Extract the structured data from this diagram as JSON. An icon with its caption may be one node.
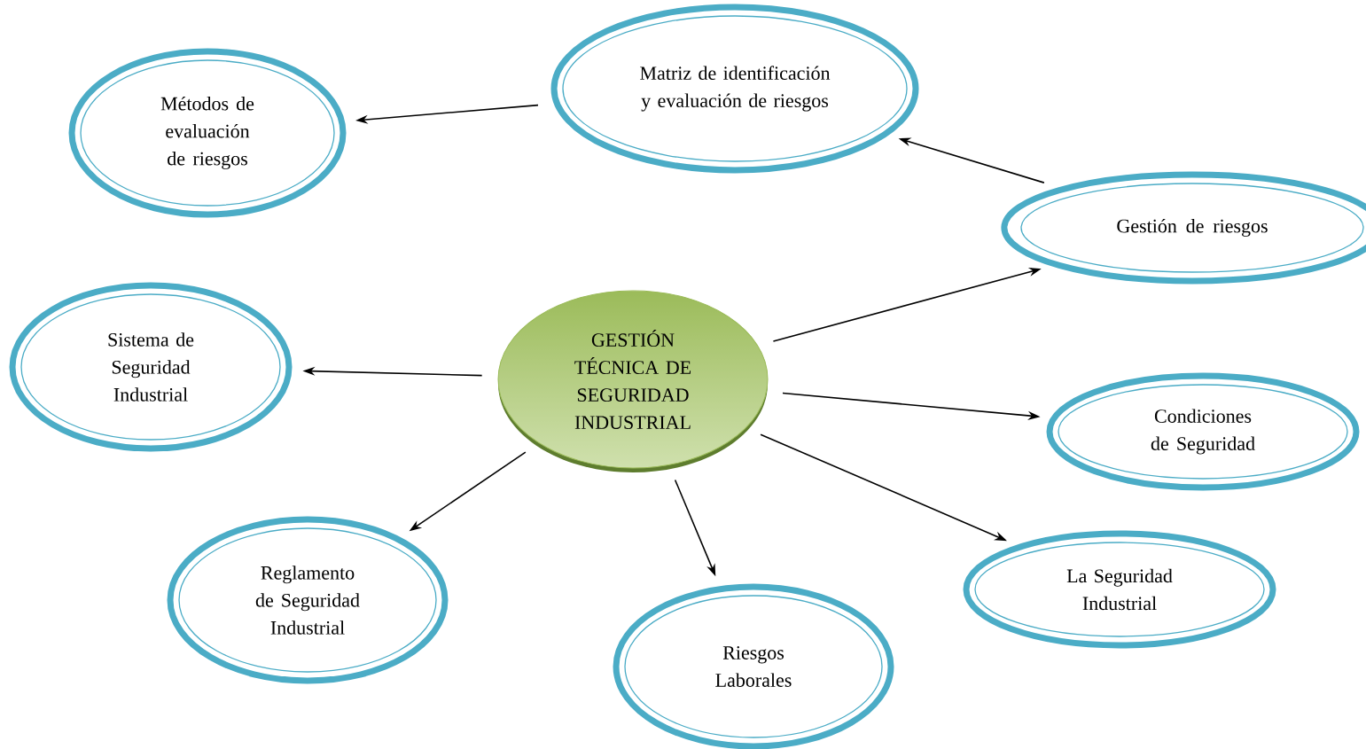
{
  "diagram": {
    "nodes": [
      {
        "text": [
          "GESTIÓN TÉCNICA DE SEGURIDAD INDUSTRIAL"
        ]
      },
      {
        "text": [
          "Métodos de evaluación de riesgos"
        ]
      },
      {
        "text": [
          "Matriz de identificación y evaluación de riesgos"
        ]
      },
      {
        "text": [
          "Gestión de riesgos"
        ]
      },
      {
        "text": [
          "Sistema de Seguridad Industrial"
        ]
      },
      {
        "text": [
          "Condiciones de Seguridad"
        ]
      },
      {
        "text": [
          "Reglamento de Seguridad Industrial"
        ]
      },
      {
        "text": [
          "Riesgos Laborales"
        ]
      },
      {
        "text": [
          "La Seguridad Industrial"
        ]
      }
    ],
    "edges": [
      {
        "from": 2,
        "to": 1,
        "arrow": "to"
      },
      {
        "from": 3,
        "to": 2,
        "arrow": "to"
      },
      {
        "from": 0,
        "to": 3,
        "arrow": "to"
      },
      {
        "from": 0,
        "to": 4,
        "arrow": "to"
      },
      {
        "from": 0,
        "to": 5,
        "arrow": "to"
      },
      {
        "from": 0,
        "to": 6,
        "arrow": "to"
      },
      {
        "from": 0,
        "to": 7,
        "arrow": "to"
      },
      {
        "from": 0,
        "to": 8,
        "arrow": "to"
      }
    ]
  }
}
